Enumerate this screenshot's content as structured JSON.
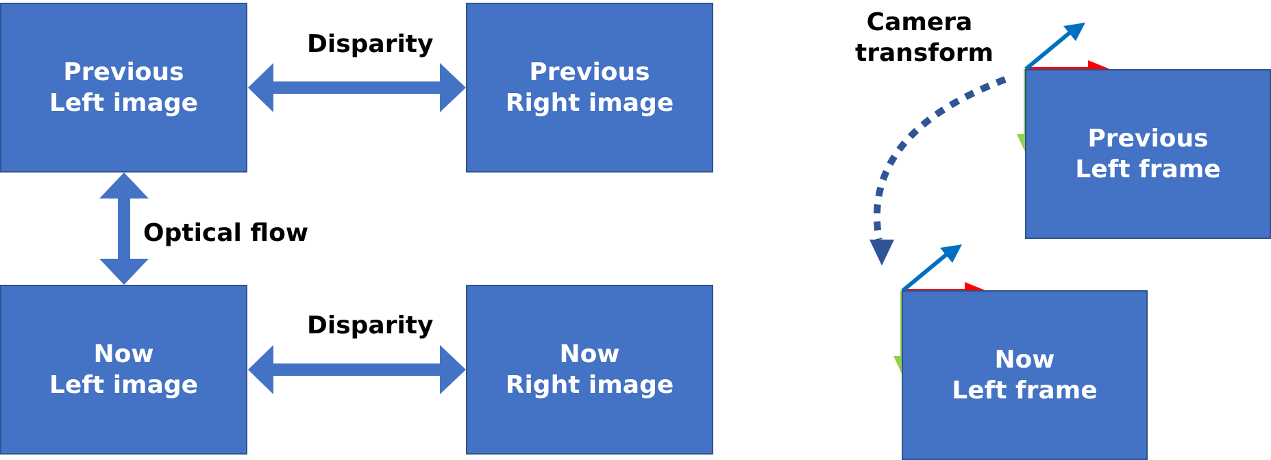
{
  "colors": {
    "box_fill": "#4472C4",
    "box_border": "#2F528F",
    "connector_arrow": "#4472C4",
    "transform_arrow": "#2F5597",
    "axis_x": "#FF0000",
    "axis_y": "#92D050",
    "axis_z": "#0070C0"
  },
  "boxes": {
    "prev_left": {
      "line1": "Previous",
      "line2": "Left image"
    },
    "prev_right": {
      "line1": "Previous",
      "line2": "Right image"
    },
    "now_left": {
      "line1": "Now",
      "line2": "Left image"
    },
    "now_right": {
      "line1": "Now",
      "line2": "Right image"
    },
    "prev_frame": {
      "line1": "Previous",
      "line2": "Left frame"
    },
    "now_frame": {
      "line1": "Now",
      "line2": "Left frame"
    }
  },
  "labels": {
    "disparity_top": "Disparity",
    "disparity_bottom": "Disparity",
    "optical_flow": "Optical flow",
    "camera_transform_line1": "Camera",
    "camera_transform_line2": "transform"
  }
}
